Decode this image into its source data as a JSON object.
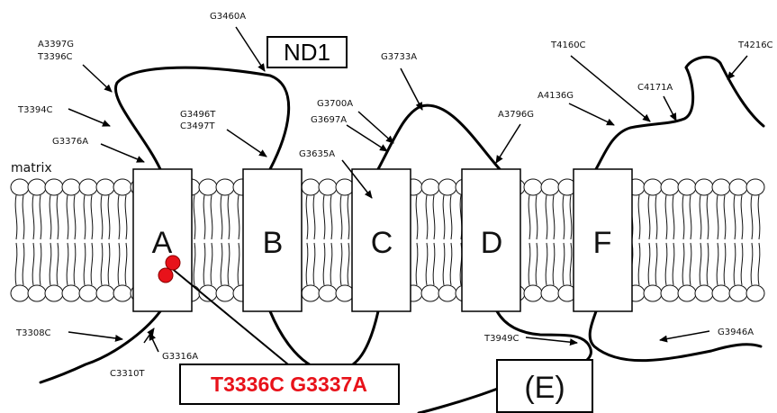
{
  "title_box": "ND1",
  "region_label": "matrix",
  "helices": [
    "A",
    "B",
    "C",
    "D",
    "F"
  ],
  "loop_label": "(E)",
  "highlight_mutations": "T3336C G3337A",
  "colors": {
    "highlight": "#e8121a",
    "line": "#000000",
    "membrane": "#111111"
  },
  "mutations": {
    "m1": "G3460A",
    "m2a": "A3397G",
    "m2b": "T3396C",
    "m3": "T3394C",
    "m4": "G3376A",
    "m5a": "G3496T",
    "m5b": "C3497T",
    "m6": "G3635A",
    "m7": "G3700A",
    "m8": "G3697A",
    "m9": "G3733A",
    "m10": "A3796G",
    "m11": "T4160C",
    "m12": "A4136G",
    "m13": "C4171A",
    "m14": "T4216C",
    "m15": "T3308C",
    "m16": "G3316A",
    "m17": "C3310T",
    "m18": "T3949C",
    "m19": "G3946A"
  }
}
